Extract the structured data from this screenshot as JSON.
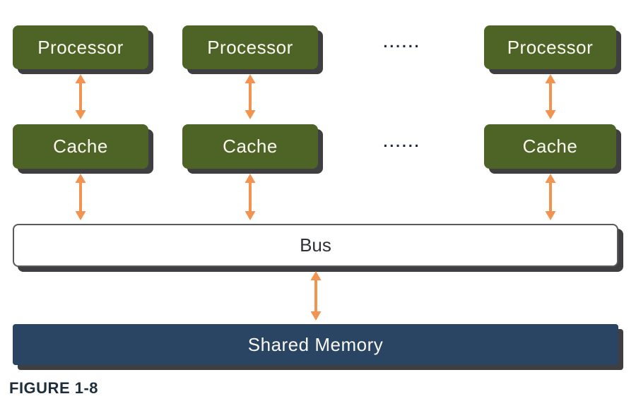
{
  "diagram": {
    "title_caption": "FIGURE 1-8",
    "processors": [
      {
        "label": "Processor"
      },
      {
        "label": "Processor"
      },
      {
        "label": "Processor"
      }
    ],
    "caches": [
      {
        "label": "Cache"
      },
      {
        "label": "Cache"
      },
      {
        "label": "Cache"
      }
    ],
    "ellipsis": "......",
    "bus": {
      "label": "Bus"
    },
    "shared_memory": {
      "label": "Shared Memory"
    },
    "arrows": [
      {
        "from": "processor-1",
        "to": "cache-1",
        "style": "double-headed"
      },
      {
        "from": "processor-2",
        "to": "cache-2",
        "style": "double-headed"
      },
      {
        "from": "processor-3",
        "to": "cache-3",
        "style": "double-headed"
      },
      {
        "from": "cache-1",
        "to": "bus",
        "style": "double-headed"
      },
      {
        "from": "cache-2",
        "to": "bus",
        "style": "double-headed"
      },
      {
        "from": "cache-3",
        "to": "bus",
        "style": "double-headed"
      },
      {
        "from": "bus",
        "to": "shared-memory",
        "style": "double-headed"
      }
    ],
    "colors": {
      "box_green": "#4E6427",
      "box_navy": "#2A4463",
      "box_text": "#FAF8EF",
      "arrow_orange": "#F29350",
      "shadow_gray": "#3F3F41",
      "bus_border": "#58595B",
      "bus_text": "#2F3138",
      "dots_color": "#1C2836",
      "caption_color": "#1F2E3C"
    }
  }
}
